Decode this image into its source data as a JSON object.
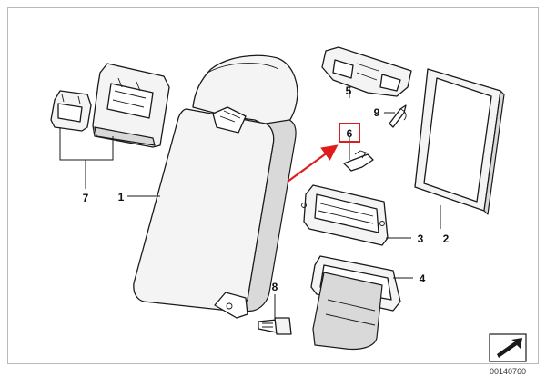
{
  "callouts": {
    "c1": "1",
    "c2": "2",
    "c3": "3",
    "c4": "4",
    "c5": "5",
    "c6": "6",
    "c7": "7",
    "c8": "8",
    "c9": "9"
  },
  "highlight": {
    "callout": "6",
    "color": "#e01b1b"
  },
  "diagram_code": "00140760",
  "corner_icon": "direction-arrow-icon"
}
